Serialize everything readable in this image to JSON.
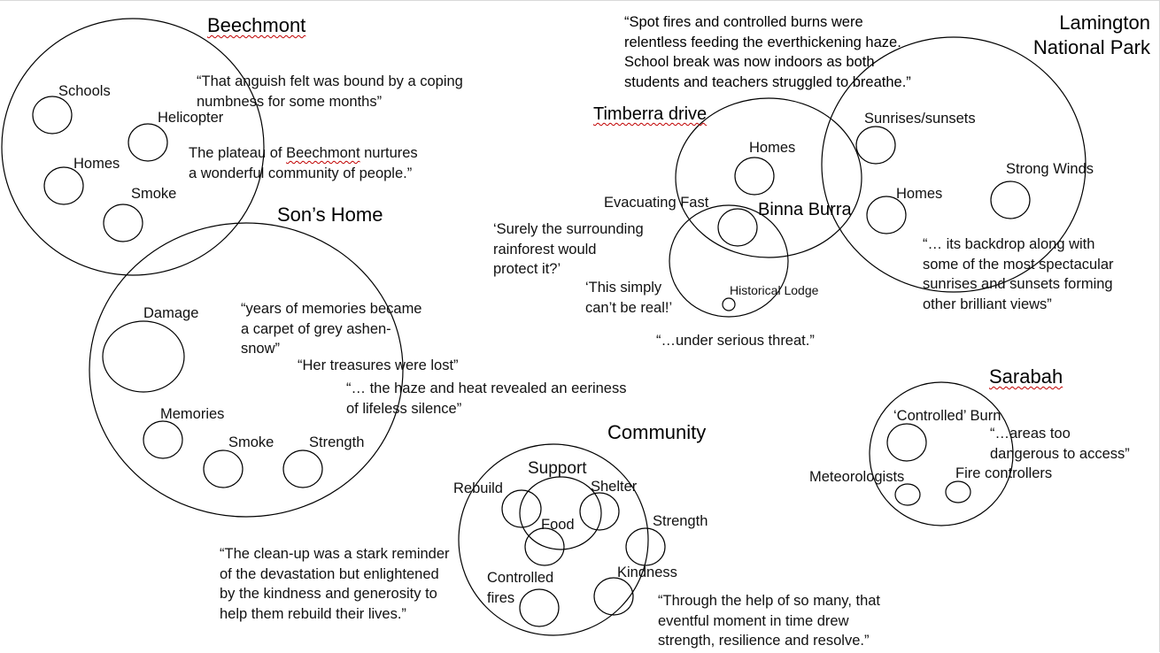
{
  "circles": {
    "beechmont": {
      "title": "Beechmont",
      "items": [
        "Schools",
        "Helicopter",
        "Homes",
        "Smoke"
      ],
      "quote1": "“That anguish felt was bound by a coping\nnumbness for some months”",
      "quote2_before": "The plateau of ",
      "quote2_word": "Beechmont",
      "quote2_after": " nurtures\na wonderful community of people.”"
    },
    "sons_home": {
      "title": "Son’s Home",
      "items": [
        "Damage",
        "Memories",
        "Smoke",
        "Strength"
      ],
      "quote1": "“years of memories became\na carpet of grey ashen-\nsnow”",
      "quote2": "“Her treasures were lost”",
      "quote3": "“… the haze and heat revealed an eeriness\nof lifeless silence”"
    },
    "timberra": {
      "title": "Timberra drive",
      "items": [
        "Homes"
      ],
      "quote": "“Spot fires and controlled burns were\nrelentless feeding the everthickening haze.\nSchool break was now indoors as both\nstudents and teachers struggled to breathe.”"
    },
    "binna_burra": {
      "title": "Binna Burra",
      "items": [
        "Evacuating Fast",
        "Historical Lodge"
      ],
      "quote1": "‘Surely the surrounding\nrainforest would\nprotect it?’",
      "quote2": "‘This simply\ncan’t be real!’",
      "quote3": "“…under serious threat.”"
    },
    "lamington": {
      "title": "Lamington\nNational Park",
      "items": [
        "Sunrises/sunsets",
        "Strong Winds",
        "Homes"
      ],
      "quote": "“… its backdrop along with\nsome of the most spectacular\nsunrises and sunsets forming\nother brilliant views”"
    },
    "sarabah": {
      "title": "Sarabah",
      "items": [
        "‘Controlled’ Burn",
        "Meteorologists",
        "Fire controllers"
      ],
      "quote": "“…areas too\ndangerous to access”"
    },
    "community": {
      "title": "Community",
      "support_label": "Support",
      "items": [
        "Rebuild",
        "Shelter",
        "Food",
        "Strength",
        "Kindness",
        "Controlled\nfires"
      ],
      "quote1": "“The clean-up was a stark reminder\nof the devastation but enlightened\nby the kindness and generosity to\nhelp them rebuild their lives.”",
      "quote2": "“Through the help of so many, that\neventful moment in time drew\nstrength, resilience and resolve.”"
    }
  }
}
